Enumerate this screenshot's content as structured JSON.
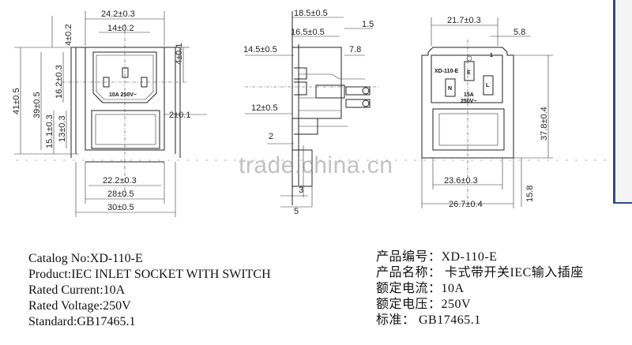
{
  "front_view": {
    "dim_width_top": "24.2±0.3",
    "dim_pin_span": "14±0.2",
    "dim_top_offset": "4±0.2",
    "dim_right_4": "4±0.1",
    "dim_height_total": "41±0.5",
    "dim_height_39": "39±0.5",
    "dim_pin_height": "16.2±0.3",
    "dim_lower_15": "15.1±0.3",
    "dim_lower_13": "13±0.3",
    "dim_side_2": "2±0.1",
    "dim_bottom_22": "22.2±0.3",
    "dim_bottom_28": "28±0.5",
    "dim_bottom_30": "30±0.5",
    "rating_label": "10A 250V~"
  },
  "side_view": {
    "dim_18": "18.5±0.5",
    "dim_16": "16.5±0.5",
    "dim_1_5": "1.5",
    "dim_14": "14.5±0.5",
    "dim_7_8": "7.8",
    "dim_12": "12±0.5",
    "dim_2": "2",
    "dim_3": "3",
    "dim_5": "5"
  },
  "rear_view": {
    "dim_21": "21.7±0.3",
    "dim_5_8": "5.8",
    "dim_37": "37.8±0.4",
    "dim_23": "23.6±0.3",
    "dim_26": "26.7±0.4",
    "dim_15_8": "15.8",
    "model_label": "XD-110-E",
    "terminal_n": "N",
    "terminal_e": "E",
    "terminal_l": "L",
    "terminal_1": "1",
    "rating_amp": "15A",
    "rating_volt": "250V~"
  },
  "watermark": "trade.china.cn",
  "specs_en": [
    "Catalog No:XD-110-E",
    "Product:IEC INLET SOCKET WITH  SWITCH",
    "Rated Current:10A",
    "Rated Voltage:250V",
    "Standard:GB17465.1"
  ],
  "specs_cn": [
    "产品编号：XD-110-E",
    "产品名称：  卡式带开关IEC输入插座",
    "额定电流：10A",
    "额定电压：250V",
    "标准：  GB17465.1"
  ]
}
